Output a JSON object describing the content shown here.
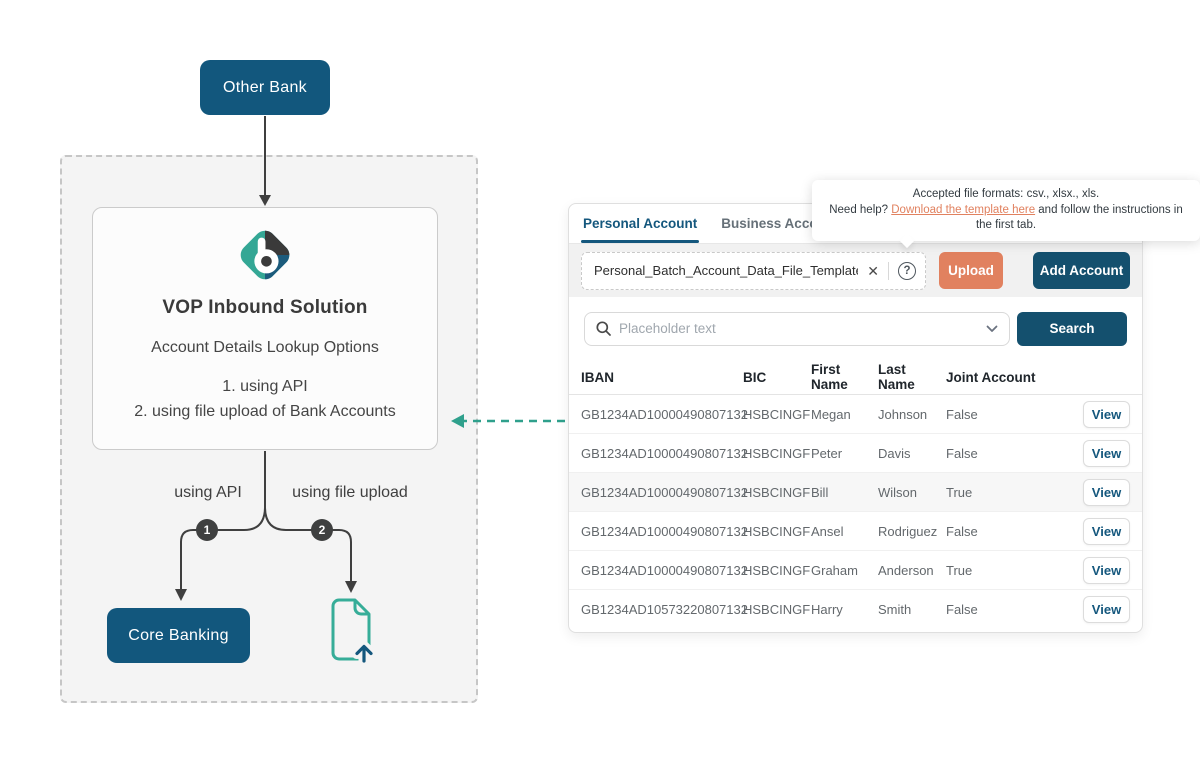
{
  "colors": {
    "navy-diagram": "#12577D",
    "navy-button": "#14506E",
    "tab-active": "#14577D",
    "salmon": "#E1815F",
    "teal": "#2FA08C",
    "teal-light": "#36AD98",
    "dark-line": "#3F3F3F"
  },
  "diagram": {
    "other_bank": {
      "label": "Other Bank"
    },
    "solution_box": {
      "logo_icon": "b-diamond-logo",
      "title": "VOP Inbound Solution",
      "subtitle": "Account Details Lookup Options",
      "options": [
        "1. using API",
        "2. using file upload of Bank Accounts"
      ]
    },
    "branches": [
      {
        "badge": "1",
        "label": "using API"
      },
      {
        "badge": "2",
        "label": "using file upload"
      }
    ],
    "core_banking": {
      "label": "Core Banking"
    },
    "file_upload_icon": "file-upload-icon"
  },
  "panel": {
    "tabs": [
      {
        "label": "Personal Account",
        "active": true
      },
      {
        "label": "Business Account",
        "active": false
      }
    ],
    "tooltip": {
      "line1": "Accepted file formats: csv., xlsx., xls.",
      "pre_link": "Need help? ",
      "link_text": "Download the template here",
      "post_link": " and follow the instructions in the first tab."
    },
    "upload_row": {
      "filename": "Personal_Batch_Account_Data_File_Template.csv",
      "clear_icon": "close-icon",
      "help_icon": "question-icon",
      "upload_label": "Upload",
      "add_account_label": "Add Account"
    },
    "search_row": {
      "placeholder": "Placeholder text",
      "search_label": "Search"
    },
    "table": {
      "headers": [
        "IBAN",
        "BIC",
        "First Name",
        "Last Name",
        "Joint Account"
      ],
      "view_label": "View",
      "rows": [
        {
          "iban": "GB1234AD10000490807132",
          "bic": "HSBCINGF",
          "first": "Megan",
          "last": "Johnson",
          "joint": "False"
        },
        {
          "iban": "GB1234AD10000490807132",
          "bic": "HSBCINGF",
          "first": "Peter",
          "last": "Davis",
          "joint": "False"
        },
        {
          "iban": "GB1234AD10000490807132",
          "bic": "HSBCINGF",
          "first": "Bill",
          "last": "Wilson",
          "joint": "True",
          "highlight": true
        },
        {
          "iban": "GB1234AD10000490807132",
          "bic": "HSBCINGF",
          "first": "Ansel",
          "last": "Rodriguez",
          "joint": "False"
        },
        {
          "iban": "GB1234AD10000490807132",
          "bic": "HSBCINGF",
          "first": "Graham",
          "last": "Anderson",
          "joint": "True"
        },
        {
          "iban": "GB1234AD10573220807132",
          "bic": "HSBCINGF",
          "first": "Harry",
          "last": "Smith",
          "joint": "False"
        }
      ]
    }
  }
}
